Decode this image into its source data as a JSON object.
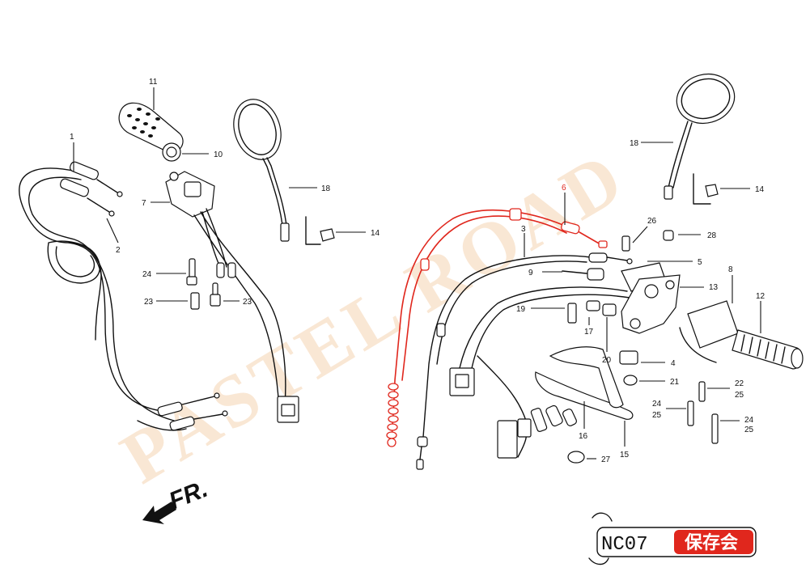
{
  "watermark": "PASTEL ROAD",
  "direction_label": "FR.",
  "badge": {
    "model": "NC07",
    "club": "保存会",
    "accent": "#e0271d"
  },
  "highlight_color": "#e0271d",
  "callouts": {
    "c1": "1",
    "c2": "2",
    "c3": "3",
    "c4": "4",
    "c5": "5",
    "c6": "6",
    "c7": "7",
    "c8": "8",
    "c9": "9",
    "c10": "10",
    "c11": "11",
    "c12": "12",
    "c13": "13",
    "c14a": "14",
    "c14b": "14",
    "c15": "15",
    "c16": "16",
    "c17": "17",
    "c18a": "18",
    "c18b": "18",
    "c19": "19",
    "c20": "20",
    "c21": "21",
    "c22": "22",
    "c23a": "23",
    "c23b": "23",
    "c24a": "24",
    "c24b": "24",
    "c24c": "24",
    "c25a": "25",
    "c25b": "25",
    "c25c": "25",
    "c26": "26",
    "c27": "27",
    "c28": "28"
  }
}
